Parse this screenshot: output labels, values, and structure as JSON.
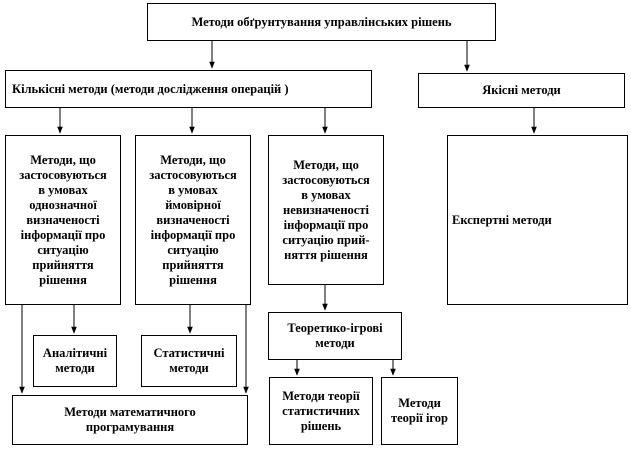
{
  "nodes": {
    "root": "Методи обґрунтування управлінських рішень",
    "quantitative": "Кількісні  методи (методи дослідження операцій )",
    "qualitative": "Якісні методи",
    "certainty": "Методи, що\nзастосовуються\nв умовах\nоднозначної\nвизначеності\nінформації про\nситуацію\nприйняття\nрішення",
    "probabilistic": "Методи, що\nзастосовуються\nв умовах\nймовірної\nвизначеності\nінформації  про\nситуацію\nприйняття\nрішення",
    "uncertainty": "Методи, що\nзастосовуються\nв умовах\nневизначеності\nінформації  про\nситуацію  прий-\nняття рішення",
    "expert": "Експертні  методи",
    "analytical": "Аналітичні\nметоди",
    "statistical": "Статистичні\nметоди",
    "game_theoretic": "Теоретико-ігрові\nметоди",
    "math_programming": "Методи математичного\nпрограмування",
    "statistical_decisions": "Методи теорії\nстатистичних\nрішень",
    "game_theory": "Методи\nтеорії ігор"
  }
}
